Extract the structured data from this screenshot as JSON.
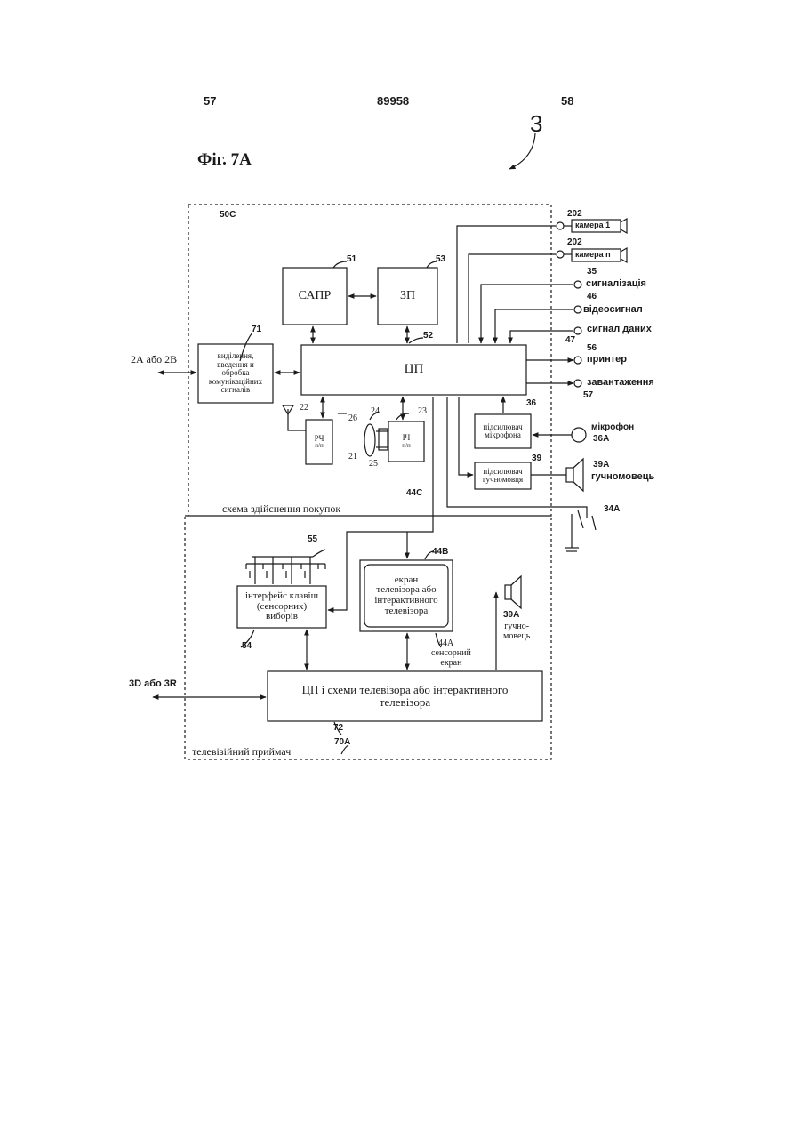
{
  "header": {
    "page_left": "57",
    "doc_number": "89958",
    "page_right": "58"
  },
  "figure": {
    "title": "Фіг. 7А",
    "ref": "3"
  },
  "blocks": {
    "sapr": "САПР",
    "zp": "ЗП",
    "cpu": "ЦП",
    "comm": [
      "виділення,",
      "введення и",
      "обробка",
      "комунікаційних",
      "сигналів"
    ],
    "rf": [
      "РЧ",
      "п/п"
    ],
    "if": [
      "ІЧ",
      "п/п"
    ],
    "mic_amp": [
      "підсилювач",
      "мікрофона"
    ],
    "spk_amp": [
      "підсилювач",
      "гучномовця"
    ],
    "keys_iface": [
      "інтерфейс клавіш",
      "(сенсорних)",
      "виборів"
    ],
    "tv_screen": [
      "екран",
      "телевізора або",
      "інтерактивного",
      "телевізора"
    ],
    "tv_cpu": [
      "ЦП і схеми телевізора або інтерактивного",
      "телевізора"
    ]
  },
  "labels": {
    "shop_circuit": "схема здійснення покупок",
    "tv_receiver": "телевізійний приймач",
    "ext_left_top": "2А або 2В",
    "ext_left_bottom": "3D або 3R",
    "camera1": "камера 1",
    "camera_n": "камера n",
    "signaling": "сигналізація",
    "video": "відеосигнал",
    "data_signal": "сигнал даних",
    "printer": "принтер",
    "loading": "завантаження",
    "mic": "мікрофон",
    "speaker": "гучномовець",
    "speaker2": [
      "гучно-",
      "мовець"
    ],
    "touch_screen": [
      "сенсорний",
      "екран"
    ]
  },
  "refs": {
    "r50C": "50С",
    "r51": "51",
    "r53": "53",
    "r52": "52",
    "r71": "71",
    "r202a": "202",
    "r202b": "202",
    "r35": "35",
    "r46": "46",
    "r47": "47",
    "r56": "56",
    "r57": "57",
    "r36": "36",
    "r36A": "36А",
    "r39": "39",
    "r39A": "39А",
    "r39A2": "39А",
    "r22": "22",
    "r21": "21",
    "r24": "24",
    "r26": "26",
    "r23": "23",
    "r25": "25",
    "r44C": "44С",
    "r34A": "34А",
    "r55": "55",
    "r44B": "44В",
    "r54": "54",
    "r44A": "44А",
    "r72": "72",
    "r70A": "70А"
  }
}
